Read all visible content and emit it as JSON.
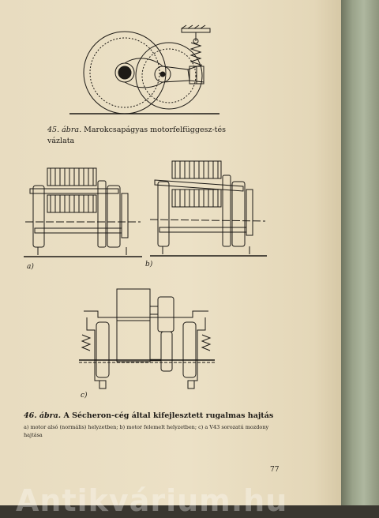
{
  "figure_45": {
    "number": "45.",
    "label_word": "ábra.",
    "caption": "Marokcsapágyas motorfelfüggesz-tés vázlata"
  },
  "figure_46": {
    "number": "46.",
    "label_word": "ábra.",
    "caption": "A Sécheron-cég által kifejlesztett rugalmas hajtás",
    "subcaption": "a) motor alsó (normális) helyzetben; b) motor felemelt helyzetben; c) a V43 sorozatú mozdony hajtása",
    "part_labels": {
      "a": "a)",
      "b": "b)",
      "c": "c)"
    }
  },
  "page_number": "77",
  "watermark": "Antikvárium.hu"
}
